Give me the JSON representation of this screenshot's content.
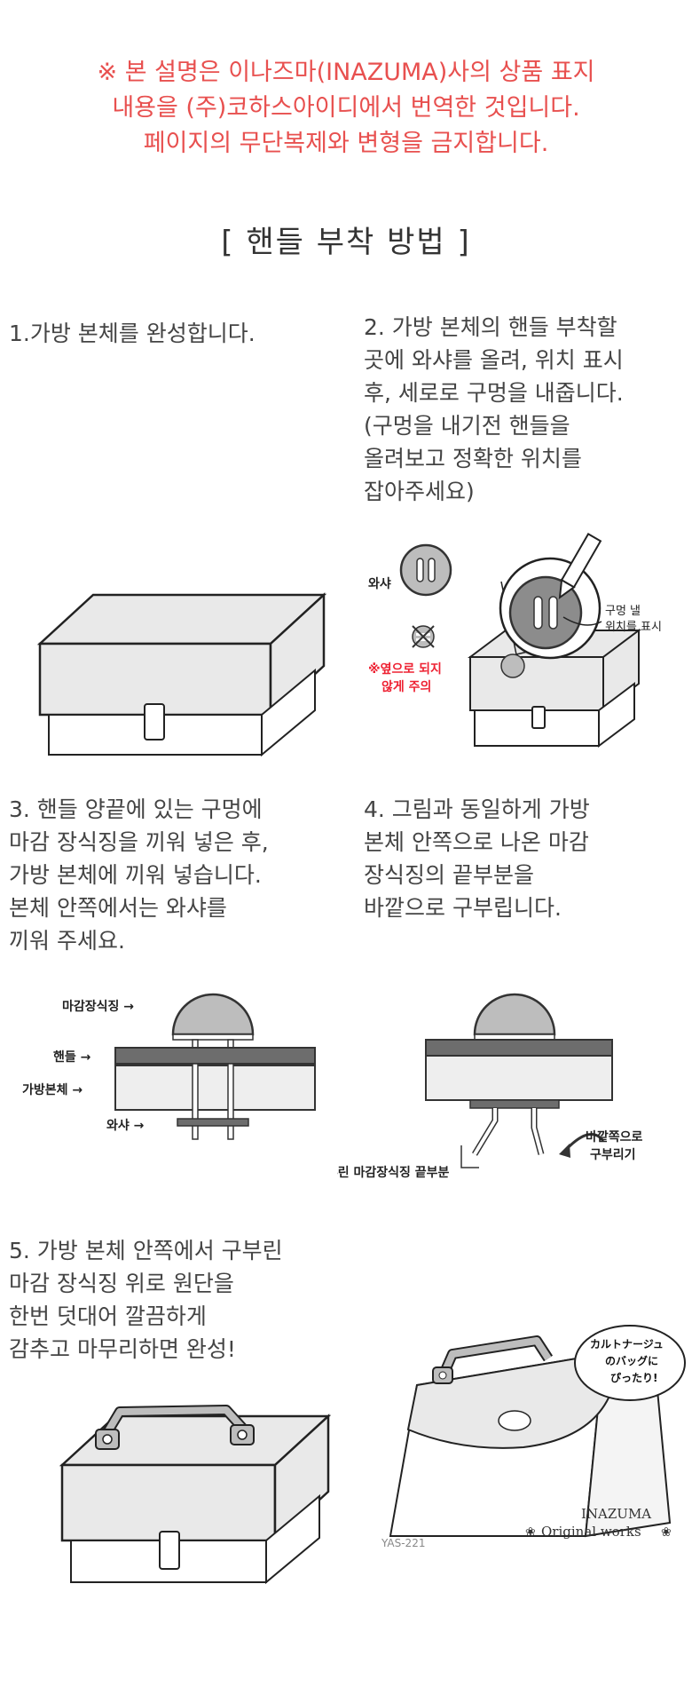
{
  "notice": {
    "lines": [
      "※ 본 설명은 이나즈마(INAZUMA)사의 상품 표지",
      "내용을 (주)코하스아이디에서 번역한 것입니다.",
      "페이지의 무단복제와 변형을 금지합니다."
    ],
    "color": "#e8504f"
  },
  "title": "[ 핸들 부착 방법 ]",
  "steps": [
    {
      "lines": [
        "1.가방 본체를 완성합니다."
      ]
    },
    {
      "lines": [
        "2. 가방 본체의 핸들 부착할",
        "곳에 와샤를 올려, 위치 표시",
        "후, 세로로 구멍을 내줍니다.",
        "(구멍을 내기전 핸들을",
        "올려보고 정확한 위치를",
        "잡아주세요)"
      ]
    },
    {
      "lines": [
        "3. 핸들 양끝에 있는 구멍에",
        "마감 장식징을 끼워 넣은 후,",
        "가방 본체에 끼워 넣습니다.",
        "본체 안쪽에서는 와샤를",
        "끼워 주세요."
      ]
    },
    {
      "lines": [
        "4. 그림과 동일하게 가방",
        "본체 안쪽으로 나온 마감",
        "장식징의 끝부분을",
        "바깥으로 구부립니다."
      ]
    },
    {
      "lines": [
        "5. 가방 본체 안쪽에서 구부린",
        "마감 장식징 위로 원단을",
        "한번 덧대어 깔끔하게",
        "감추고 마무리하면 완성!"
      ]
    }
  ],
  "fig2": {
    "washer": "와샤",
    "warning": [
      "※옆으로 되지",
      "않게 주의"
    ],
    "mark": [
      "구멍 낼",
      "위치를 표시"
    ]
  },
  "fig3": {
    "finisher": "마감장식징 →",
    "handle": "핸들 →",
    "body": "가방본체 →",
    "washer": "와샤 →"
  },
  "fig4": {
    "bent": "구부린 마감장식징 끝부분",
    "bend_out": [
      "바깥쪽으로",
      "구부리기"
    ]
  },
  "fig5b": {
    "bubble": [
      "カルトナージュ",
      "のバッグに",
      "ぴったり!"
    ],
    "brand": [
      "INAZUMA",
      "Original works"
    ],
    "code": "YAS-221"
  }
}
